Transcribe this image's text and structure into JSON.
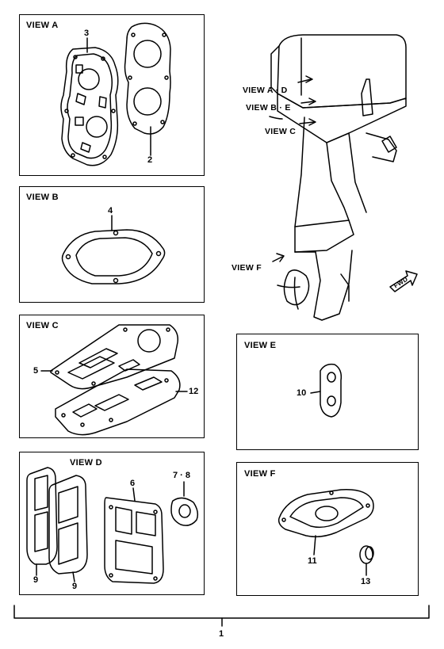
{
  "views": {
    "a": {
      "title": "VIEW  A"
    },
    "b": {
      "title": "VIEW  B"
    },
    "c": {
      "title": "VIEW  C"
    },
    "d": {
      "title": "VIEW  D"
    },
    "e": {
      "title": "VIEW  E"
    },
    "f": {
      "title": "VIEW  F"
    }
  },
  "motor_labels": {
    "ad": "VIEW  A · D",
    "be": "VIEW  B · E",
    "c": "VIEW  C",
    "f": "VIEW  F",
    "fwd": "FWD"
  },
  "parts": {
    "p1": "1",
    "p2": "2",
    "p3": "3",
    "p4": "4",
    "p5": "5",
    "p6": "6",
    "p78": "7 · 8",
    "p9a": "9",
    "p9b": "9",
    "p10": "10",
    "p11": "11",
    "p12": "12",
    "p13": "13"
  }
}
